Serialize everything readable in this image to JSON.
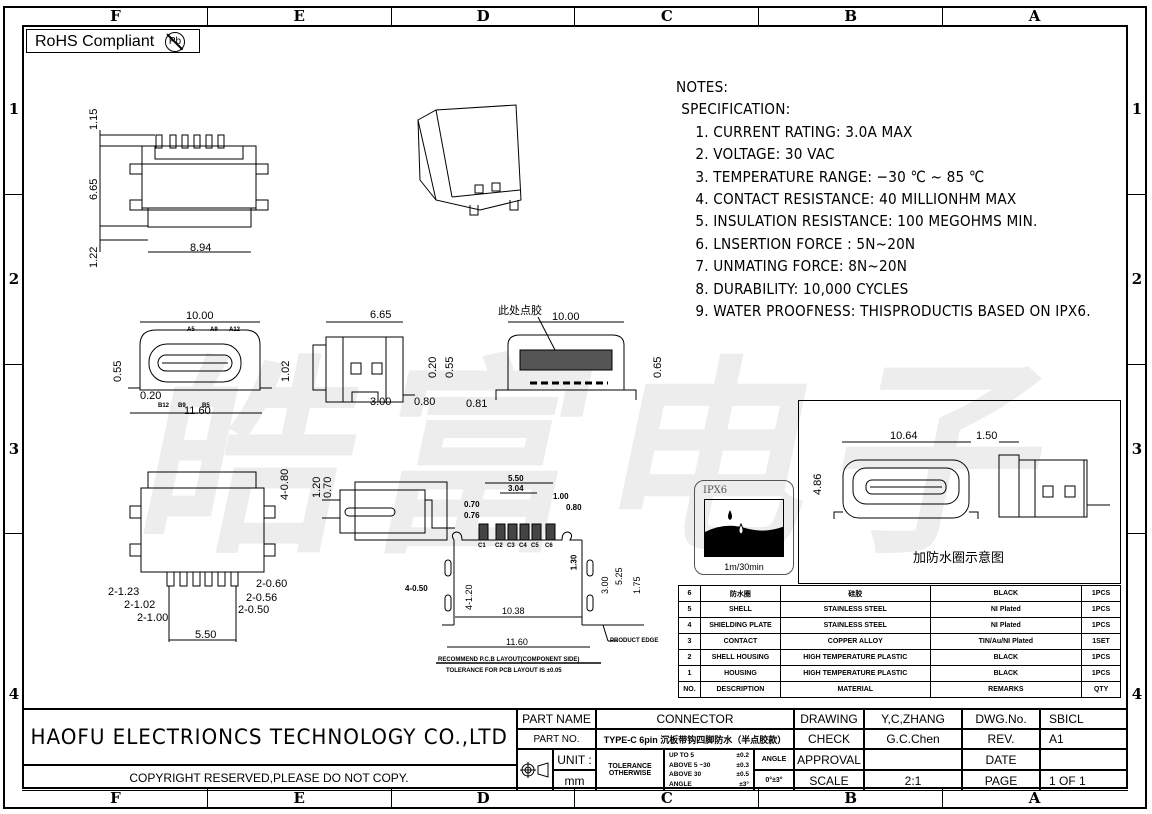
{
  "zones": {
    "columns": [
      "F",
      "E",
      "D",
      "C",
      "B",
      "A"
    ],
    "rows": [
      "1",
      "2",
      "3",
      "4"
    ]
  },
  "rohs": {
    "label": "RoHS Compliant",
    "symbol": "Pb"
  },
  "watermark": "皓富电子",
  "notes": {
    "heading": "NOTES:",
    "subheading": "SPECIFICATION:",
    "items": [
      "1. CURRENT RATING: 3.0A MAX",
      "2. VOLTAGE: 30 VAC",
      "3. TEMPERATURE RANGE: −30 ℃ ~ 85 ℃",
      "4. CONTACT RESISTANCE: 40 MILLIONHM MAX",
      "5. INSULATION RESISTANCE: 100 MEGOHMS MIN.",
      "6. LNSERTION FORCE : 5N~20N",
      "7. UNMATING FORCE: 8N~20N",
      "8. DURABILITY:  10,000 CYCLES",
      "9. WATER PROOFNESS: THISPRODUCTIS BASED ON IPX6."
    ]
  },
  "views": {
    "top_view": {
      "dims": [
        "1.15",
        "6.65",
        "1.22",
        "8.94"
      ]
    },
    "front_view": {
      "dims": [
        "10.00",
        "0.55",
        "1.02",
        "0.20",
        "11.60"
      ],
      "pins_top": [
        "A5",
        "A9",
        "A12"
      ],
      "pins_bottom": [
        "B12",
        "B9",
        "B5"
      ]
    },
    "side_view": {
      "dims": [
        "6.65",
        "0.20",
        "0.55",
        "3.00",
        "0.80"
      ]
    },
    "rear_view": {
      "dims": [
        "10.00",
        "0.65",
        "0.81"
      ],
      "glue_note": "此处点胶"
    },
    "bottom_view": {
      "dims": [
        "4-0.80",
        "2-1.23",
        "2-1.02",
        "2-1.00",
        "2-0.60",
        "2-0.56",
        "2-0.50",
        "5.50"
      ]
    },
    "section_view": {
      "dims": [
        "1.20",
        "0.70"
      ]
    },
    "pcb_layout": {
      "dims": [
        "5.50",
        "3.04",
        "1.00",
        "0.80",
        "0.70",
        "0.76",
        "1.30",
        "5.25",
        "1.75",
        "3.00",
        "4-1.20",
        "4-0.50",
        "10.38",
        "11.60"
      ],
      "pads": [
        "C1",
        "C2",
        "C3",
        "C4",
        "C5",
        "C6"
      ],
      "product_edge": "PRODUCT EDGE",
      "recommend": "RECOMMEND P.C.B LAYOUT(COMPONENT SIDE)",
      "tolerance": "TOLERANCE FOR PCB LAYOUT IS ±0.05"
    },
    "waterproof_ring": {
      "dims": [
        "10.64",
        "1.50",
        "4.86"
      ],
      "caption": "加防水圈示意图"
    }
  },
  "ipx": {
    "label": "IPX6",
    "caption": "1m/30min"
  },
  "bom": {
    "rows": [
      {
        "no": "6",
        "desc": "防水圈",
        "material": "硅胶",
        "remarks": "BLACK",
        "qty": "1PCS"
      },
      {
        "no": "5",
        "desc": "SHELL",
        "material": "STAINLESS STEEL",
        "remarks": "NI  Plated",
        "qty": "1PCS"
      },
      {
        "no": "4",
        "desc": "SHIELDING PLATE",
        "material": "STAINLESS STEEL",
        "remarks": "NI  Plated",
        "qty": "1PCS"
      },
      {
        "no": "3",
        "desc": "CONTACT",
        "material": "COPPER ALLOY",
        "remarks": "TIN/Au/NI Plated",
        "qty": "1SET"
      },
      {
        "no": "2",
        "desc": "SHELL HOUSING",
        "material": "HIGH TEMPERATURE PLASTIC",
        "remarks": "BLACK",
        "qty": "1PCS"
      },
      {
        "no": "1",
        "desc": "HOUSING",
        "material": "HIGH TEMPERATURE PLASTIC",
        "remarks": "BLACK",
        "qty": "1PCS"
      }
    ],
    "header": {
      "no": "NO.",
      "desc": "DESCRIPTION",
      "material": "MATERIAL",
      "remarks": "REMARKS",
      "qty": "QTY"
    }
  },
  "title_block": {
    "company": "HAOFU ELECTRIONCS TECHNOLOGY CO.,LTD",
    "copyright": "COPYRIGHT RESERVED,PLEASE DO NOT COPY.",
    "part_name_label": "PART NAME",
    "part_name": "CONNECTOR",
    "part_no_label": "PART NO.",
    "part_no": "TYPE-C 6pin 沉板带钩四脚防水（半点胶款）",
    "unit_label": "UNIT :",
    "unit": "mm",
    "tolerance_label_1": "TOLERANCE",
    "tolerance_label_2": "OTHERWISE",
    "tol_rows": [
      {
        "range": "UP TO 5",
        "tol": "±0.2"
      },
      {
        "range": "ABOVE 5 ~30",
        "tol": "±0.3"
      },
      {
        "range": "ABOVE 30",
        "tol": "±0.5"
      },
      {
        "range": "ANGLE",
        "tol": "±3°"
      }
    ],
    "angle_label": "ANGLE",
    "angle_value": "0°±3°",
    "drawing_label": "DRAWING",
    "drawing": "Y,C,ZHANG",
    "check_label": "CHECK",
    "check": "G.C.Chen",
    "approval_label": "APPROVAL",
    "approval": "",
    "scale_label": "SCALE",
    "scale": "2:1",
    "dwg_no_label": "DWG.No.",
    "dwg_no": "SBICL",
    "rev_label": "REV.",
    "rev": "A1",
    "date_label": "DATE",
    "date": "",
    "page_label": "PAGE",
    "page": "1  OF  1"
  }
}
